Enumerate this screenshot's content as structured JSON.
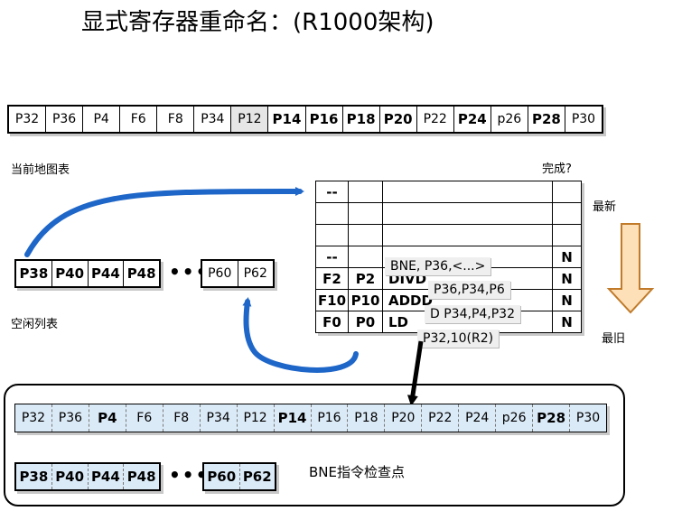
{
  "title": "显式寄存器重命名：(R1000架构)",
  "current_map": {
    "label": "当前地图表",
    "cells": [
      {
        "t": "P32",
        "b": false,
        "g": false
      },
      {
        "t": "P36",
        "b": false,
        "g": false
      },
      {
        "t": "P4",
        "b": false,
        "g": false
      },
      {
        "t": "F6",
        "b": false,
        "g": false
      },
      {
        "t": "F8",
        "b": false,
        "g": false
      },
      {
        "t": "P34",
        "b": false,
        "g": false
      },
      {
        "t": "P12",
        "b": false,
        "g": true
      },
      {
        "t": "P14",
        "b": true,
        "g": false
      },
      {
        "t": "P16",
        "b": true,
        "g": false
      },
      {
        "t": "P18",
        "b": true,
        "g": false
      },
      {
        "t": "P20",
        "b": true,
        "g": false
      },
      {
        "t": "P22",
        "b": false,
        "g": false
      },
      {
        "t": "P24",
        "b": true,
        "g": false
      },
      {
        "t": "p26",
        "b": false,
        "g": false
      },
      {
        "t": "P28",
        "b": true,
        "g": false
      },
      {
        "t": "P30",
        "b": false,
        "g": false
      }
    ]
  },
  "free_list": {
    "label": "空闲列表",
    "cells": [
      "P38",
      "P40",
      "P44",
      "P48"
    ],
    "dots": "•••",
    "tail": [
      "P60",
      "P62"
    ]
  },
  "rob": {
    "done_label": "完成?",
    "newest_label": "最新",
    "oldest_label": "最旧",
    "rows": [
      {
        "c1": "--",
        "c2": "",
        "c3": "",
        "c4": ""
      },
      {
        "c1": "",
        "c2": "",
        "c3": "",
        "c4": ""
      },
      {
        "c1": "",
        "c2": "",
        "c3": "",
        "c4": ""
      },
      {
        "c1": "--",
        "c2": "",
        "c3": "",
        "c4": "N"
      },
      {
        "c1": "F2",
        "c2": "P2",
        "c3": "DIVD",
        "c4": "N"
      },
      {
        "c1": "F10",
        "c2": "P10",
        "c3": "ADDD",
        "c4": "N"
      },
      {
        "c1": "F0",
        "c2": "P0",
        "c3": "LD",
        "c4": "N"
      }
    ],
    "overlays": [
      "BNE, P36,<...>",
      "P36,P34,P6",
      "D P34,P4,P32",
      "P32,10(R2)"
    ]
  },
  "checkpoint": {
    "label": "BNE指令检查点",
    "map": [
      {
        "t": "P32",
        "b": false
      },
      {
        "t": "P36",
        "b": false
      },
      {
        "t": "P4",
        "b": true
      },
      {
        "t": "F6",
        "b": false
      },
      {
        "t": "F8",
        "b": false
      },
      {
        "t": "P34",
        "b": false
      },
      {
        "t": "P12",
        "b": false
      },
      {
        "t": "P14",
        "b": true
      },
      {
        "t": "P16",
        "b": false
      },
      {
        "t": "P18",
        "b": false
      },
      {
        "t": "P20",
        "b": false
      },
      {
        "t": "P22",
        "b": false
      },
      {
        "t": "P24",
        "b": false
      },
      {
        "t": "p26",
        "b": false
      },
      {
        "t": "P28",
        "b": true
      },
      {
        "t": "P30",
        "b": false
      }
    ],
    "free": [
      "P38",
      "P40",
      "P44",
      "P48"
    ],
    "dots": "•••",
    "free_tail": [
      "P60",
      "P62"
    ]
  },
  "colors": {
    "arrow": "#1e66c8",
    "down_arrow_fill": "#fde0b8",
    "down_arrow_stroke": "#c07a2a",
    "cell_blue": "#dbeaf7"
  }
}
